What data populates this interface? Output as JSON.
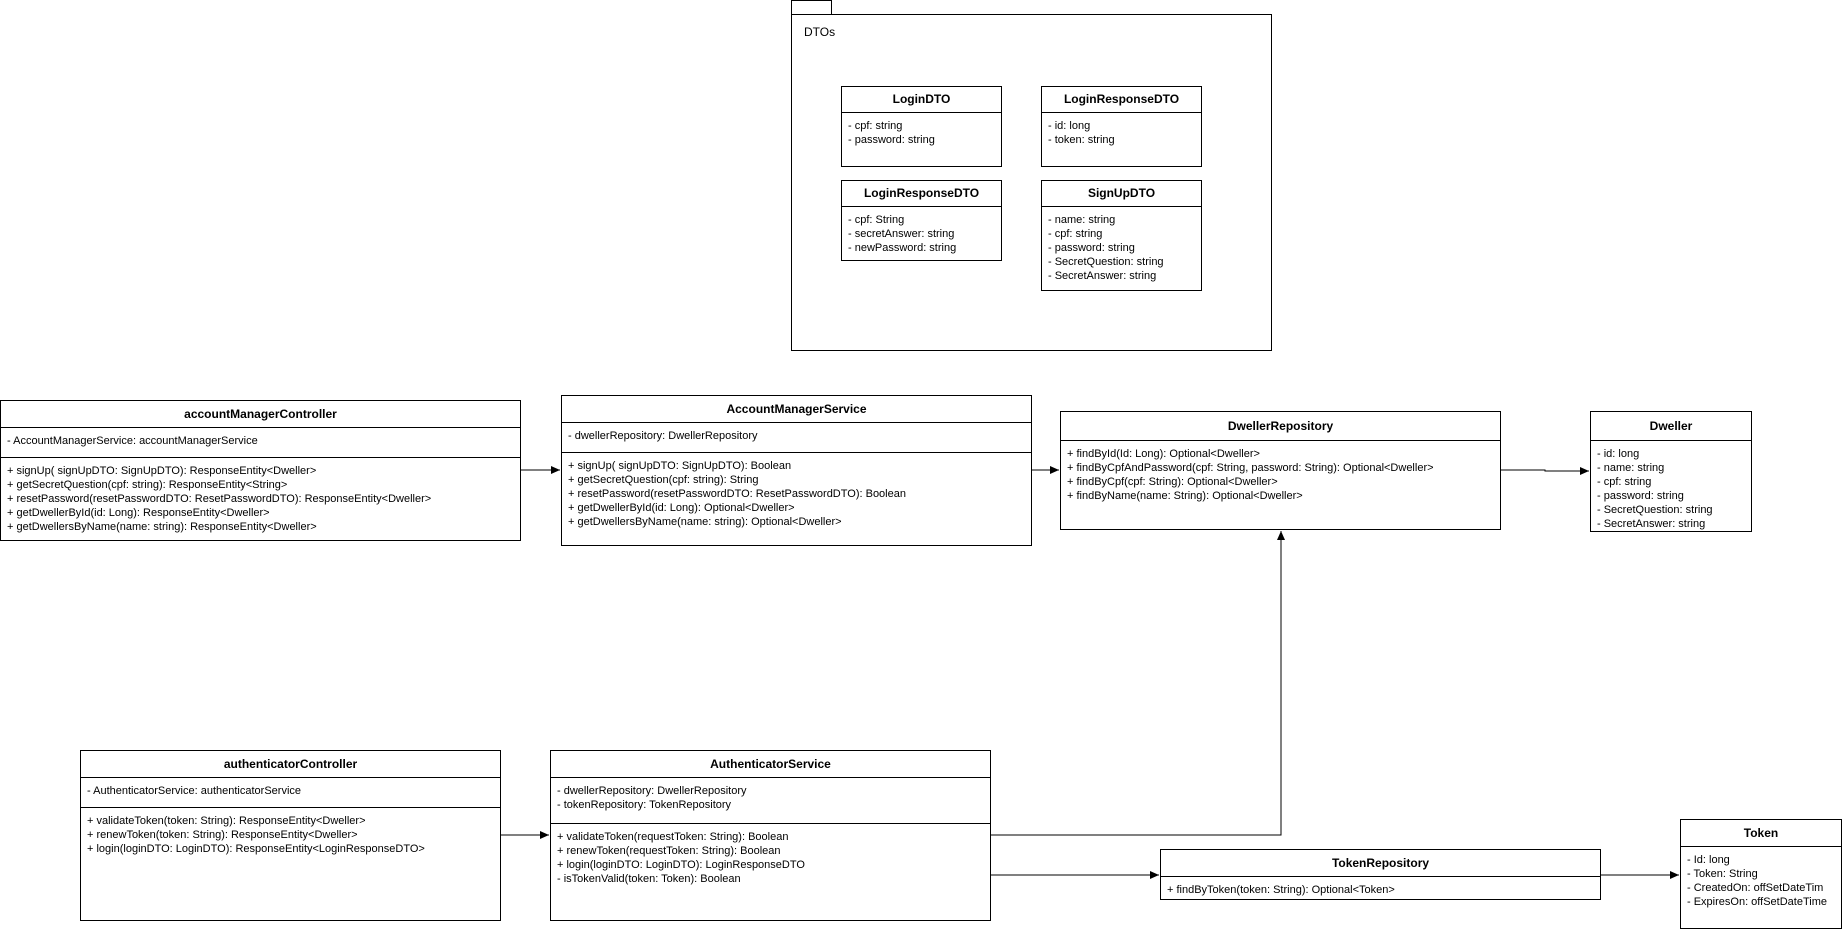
{
  "package": {
    "name": "DTOs"
  },
  "classes": {
    "loginDTO": {
      "name": "LoginDTO",
      "attributes": [
        "- cpf: string",
        "- password: string"
      ],
      "methods": []
    },
    "loginResponseDTO": {
      "name": "LoginResponseDTO",
      "attributes": [
        "- id: long",
        "- token: string"
      ],
      "methods": []
    },
    "resetPasswordDTO": {
      "name": "LoginResponseDTO",
      "attributes": [
        "- cpf: String",
        "- secretAnswer: string",
        "- newPassword: string"
      ],
      "methods": []
    },
    "signUpDTO": {
      "name": "SignUpDTO",
      "attributes": [
        "- name: string",
        "- cpf: string",
        "- password: string",
        "- SecretQuestion: string",
        "- SecretAnswer: string"
      ],
      "methods": []
    },
    "accountManagerController": {
      "name": "accountManagerController",
      "attributes": [
        "- AccountManagerService: accountManagerService"
      ],
      "methods": [
        "+ signUp( signUpDTO: SignUpDTO): ResponseEntity<Dweller>",
        "+ getSecretQuestion(cpf: string): ResponseEntity<String>",
        "+ resetPassword(resetPasswordDTO: ResetPasswordDTO): ResponseEntity<Dweller>",
        "+ getDwellerById(id: Long): ResponseEntity<Dweller>",
        "+ getDwellersByName(name: string): ResponseEntity<Dweller>"
      ]
    },
    "accountManagerService": {
      "name": "AccountManagerService",
      "attributes": [
        "- dwellerRepository: DwellerRepository"
      ],
      "methods": [
        "+ signUp( signUpDTO: SignUpDTO): Boolean",
        "+ getSecretQuestion(cpf: string): String",
        "+ resetPassword(resetPasswordDTO: ResetPasswordDTO): Boolean",
        "+ getDwellerById(id: Long): Optional<Dweller>",
        "+ getDwellersByName(name: string): Optional<Dweller>"
      ]
    },
    "dwellerRepository": {
      "name": "DwellerRepository",
      "attributes": [],
      "methods": [
        "+ findById(Id: Long): Optional<Dweller>",
        "+ findByCpfAndPassword(cpf: String, password: String): Optional<Dweller>",
        "+ findByCpf(cpf: String): Optional<Dweller>",
        "+ findByName(name: String): Optional<Dweller>"
      ]
    },
    "dweller": {
      "name": "Dweller",
      "attributes": [
        "- id: long",
        "- name: string",
        "- cpf: string",
        "- password: string",
        "- SecretQuestion: string",
        "- SecretAnswer: string"
      ],
      "methods": []
    },
    "authenticatorController": {
      "name": "authenticatorController",
      "attributes": [
        "- AuthenticatorService: authenticatorService"
      ],
      "methods": [
        "+ validateToken(token: String): ResponseEntity<Dweller>",
        "+ renewToken(token: String): ResponseEntity<Dweller>",
        "+ login(loginDTO: LoginDTO): ResponseEntity<LoginResponseDTO>"
      ]
    },
    "authenticatorService": {
      "name": "AuthenticatorService",
      "attributes": [
        "- dwellerRepository: DwellerRepository",
        "- tokenRepository: TokenRepository"
      ],
      "methods": [
        "+ validateToken(requestToken: String): Boolean",
        "+ renewToken(requestToken: String): Boolean",
        "+ login(loginDTO: LoginDTO): LoginResponseDTO",
        "- isTokenValid(token: Token): Boolean"
      ]
    },
    "tokenRepository": {
      "name": "TokenRepository",
      "attributes": [],
      "methods": [
        "+ findByToken(token: String): Optional<Token>"
      ]
    },
    "token": {
      "name": "Token",
      "attributes": [
        "- Id: long",
        "- Token: String",
        "- CreatedOn: offSetDateTim",
        "- ExpiresOn: offSetDateTime"
      ],
      "methods": []
    }
  }
}
